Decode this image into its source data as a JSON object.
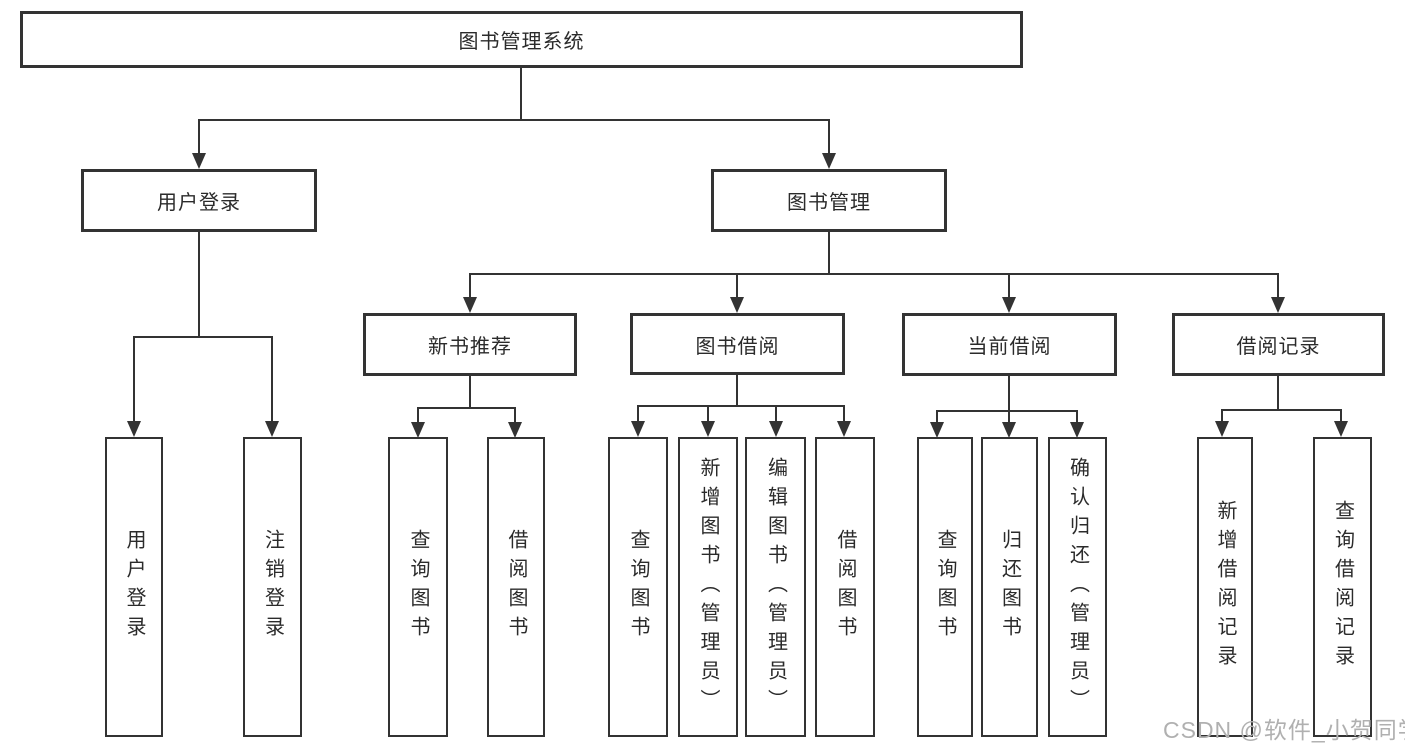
{
  "watermark": "CSDN @软件_小贺同学",
  "colors": {
    "line": "#333333",
    "text": "#2b2b2b",
    "background": "#ffffff",
    "watermark": "#b0b0b0"
  },
  "tree": {
    "root": {
      "label": "图书管理系统"
    },
    "branches": [
      {
        "label": "用户登录",
        "leaves": [
          {
            "label": "用户登录"
          },
          {
            "label": "注销登录"
          }
        ]
      },
      {
        "label": "图书管理",
        "groups": [
          {
            "label": "新书推荐",
            "leaves": [
              {
                "label": "查询图书"
              },
              {
                "label": "借阅图书"
              }
            ]
          },
          {
            "label": "图书借阅",
            "leaves": [
              {
                "label": "查询图书"
              },
              {
                "label": "新增图书（管理员）"
              },
              {
                "label": "编辑图书（管理员）"
              },
              {
                "label": "借阅图书"
              }
            ]
          },
          {
            "label": "当前借阅",
            "leaves": [
              {
                "label": "查询图书"
              },
              {
                "label": "归还图书"
              },
              {
                "label": "确认归还（管理员）"
              }
            ]
          },
          {
            "label": "借阅记录",
            "leaves": [
              {
                "label": "新增借阅记录"
              },
              {
                "label": "查询借阅记录"
              }
            ]
          }
        ]
      }
    ]
  }
}
